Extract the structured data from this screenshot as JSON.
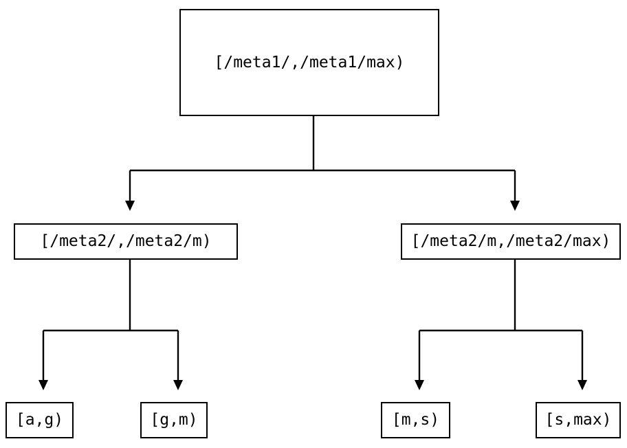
{
  "diagram": {
    "type": "tree",
    "background_color": "#ffffff",
    "node_border_color": "#000000",
    "edge_color": "#000000",
    "text_color": "#000000",
    "nodes": {
      "root": {
        "label": "[/meta1/,/meta1/max)"
      },
      "left_child": {
        "label": "[/meta2/,/meta2/m)"
      },
      "right_child": {
        "label": "[/meta2/m,/meta2/max)"
      },
      "leaf_a_g": {
        "label": "[a,g)"
      },
      "leaf_g_m": {
        "label": "[g,m)"
      },
      "leaf_m_s": {
        "label": "[m,s)"
      },
      "leaf_s_max": {
        "label": "[s,max)"
      }
    },
    "edges": [
      {
        "from": "[/meta1/,/meta1/max)",
        "to": "[/meta2/,/meta2/m)"
      },
      {
        "from": "[/meta1/,/meta1/max)",
        "to": "[/meta2/m,/meta2/max)"
      },
      {
        "from": "[/meta2/,/meta2/m)",
        "to": "[a,g)"
      },
      {
        "from": "[/meta2/,/meta2/m)",
        "to": "[g,m)"
      },
      {
        "from": "[/meta2/m,/meta2/max)",
        "to": "[m,s)"
      },
      {
        "from": "[/meta2/m,/meta2/max)",
        "to": "[s,max)"
      }
    ]
  }
}
